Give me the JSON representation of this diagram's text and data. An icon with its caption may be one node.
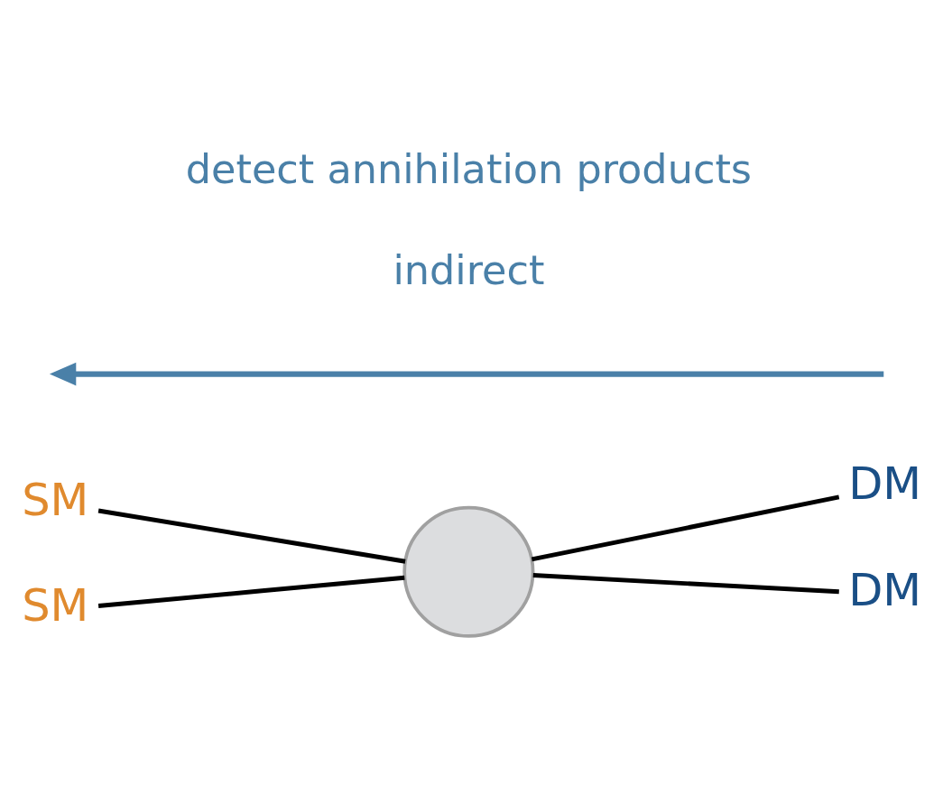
{
  "diagram": {
    "nodes": [
      {
        "text": [
          "SM"
        ]
      },
      {
        "text": [
          "SM"
        ]
      },
      {
        "text": [],
        "shape": "circle"
      },
      {
        "text": [
          "DM"
        ]
      },
      {
        "text": [
          "DM"
        ]
      }
    ],
    "edges": [
      {
        "from": 0,
        "to": 2,
        "arrow": "none"
      },
      {
        "from": 1,
        "to": 2,
        "arrow": "none"
      },
      {
        "from": 2,
        "to": 3,
        "arrow": "none"
      },
      {
        "from": 2,
        "to": 4,
        "arrow": "none"
      }
    ],
    "labels": [
      "indirect",
      "detect annihilation products"
    ]
  }
}
